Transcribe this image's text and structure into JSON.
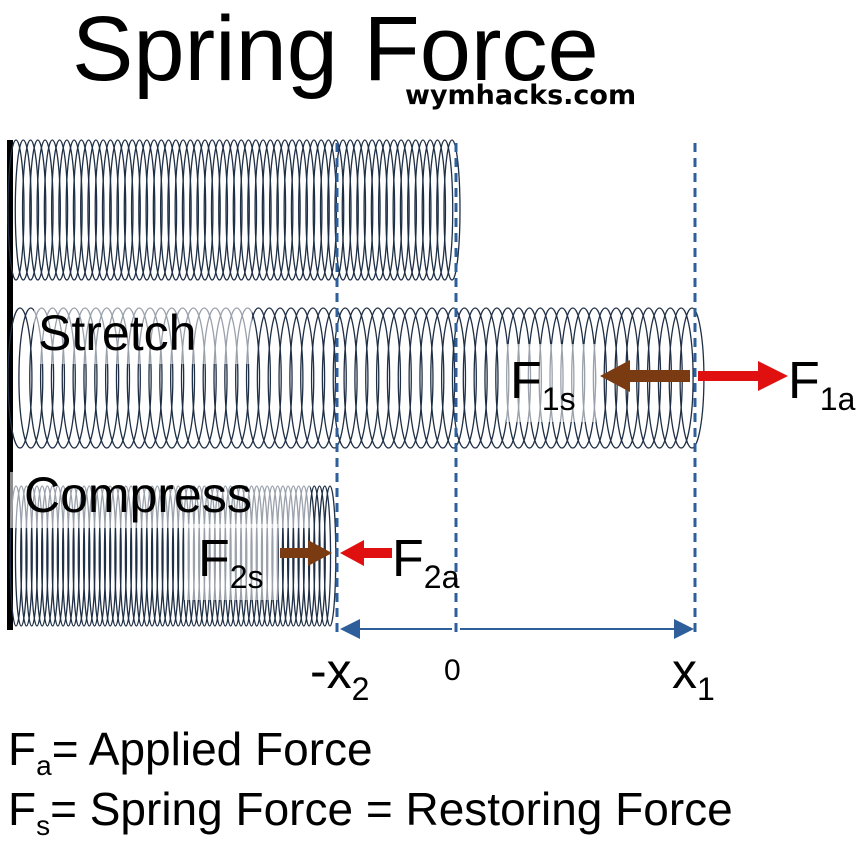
{
  "title": "Spring Force",
  "site": "wymhacks.com",
  "labels": {
    "stretch": "Stretch",
    "compress": "Compress"
  },
  "forces": {
    "f1s_main": "F",
    "f1s_sub": "1s",
    "f1a_main": "F",
    "f1a_sub": "1a",
    "f2s_main": "F",
    "f2s_sub": "2s",
    "f2a_main": "F",
    "f2a_sub": "2a"
  },
  "axis": {
    "neg_main": "-x",
    "neg_sub": "2",
    "zero": "0",
    "pos_main": "x",
    "pos_sub": "1"
  },
  "legend": {
    "fa_main": "F",
    "fa_sub": "a",
    "fa_text": "= Applied Force",
    "fs_main": "F",
    "fs_sub": "s",
    "fs_text": "= Spring Force = Restoring Force"
  },
  "colors": {
    "coil": "#1f2f45",
    "dashed": "#2e5f9a",
    "spring_force": "#7a3a12",
    "applied_force": "#e01010",
    "wall": "#000000"
  }
}
